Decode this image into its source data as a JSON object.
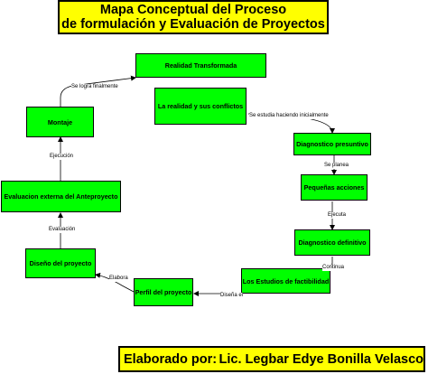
{
  "title": {
    "line1": "Mapa Conceptual  del Proceso",
    "line2": "de formulación y Evaluación de Proyectos"
  },
  "nodes": {
    "realidad_transformada": "Realidad Transformada",
    "realidad_conflictos": "La realidad y sus conflictos",
    "diagnostico_presuntivo": "Diagnostico presuntivo",
    "pequenas_acciones": "Pequeñas acciones",
    "diagnostico_definitivo": "Diagnostico definitivo",
    "estudios_factibilidad": "Los Estudios de factibilidad",
    "perfil_proyecto": "Perfil del proyecto",
    "diseno_proyecto": "Diseño del proyecto",
    "evaluacion_externa": "Evaluacion externa del Anteproyecto",
    "montaje": "Montaje"
  },
  "links": {
    "se_logra": "Se logra finalmente",
    "se_estudia": "Se estudia haciendo inicialmente",
    "se_planea": "Se planea",
    "ejecuta": "Ejecuta",
    "continua": "Continua",
    "disena_el": "Diseña el",
    "elabora": "Elabora",
    "evaluacion": "Evaluación",
    "ejecucion": "Ejecución"
  },
  "footer": {
    "label": "Elaborado por:",
    "author": "Lic. Legbar Edye Bonilla Velasco"
  },
  "colors": {
    "node_fill": "#00ff00",
    "title_fill": "#ffff00",
    "line": "#000000"
  }
}
